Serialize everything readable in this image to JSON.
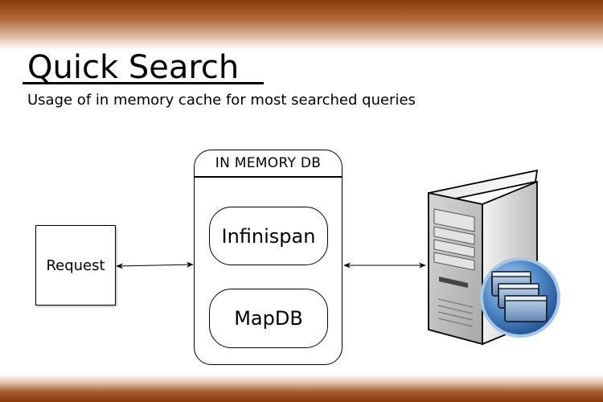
{
  "slide": {
    "title": "Quick Search",
    "subtitle": "Usage of in memory cache for most searched queries"
  },
  "diagram": {
    "request_label": "Request",
    "db_label": "IN MEMORY DB",
    "engines": [
      "Infinispan",
      "MapDB"
    ],
    "server_icon": "server-tower-icon",
    "windows_badge_icon": "stacked-windows-icon"
  },
  "colors": {
    "band_dark": "#8a3a0a",
    "band_light": "#e7cdbb",
    "badge_blue": "#2a5a9a"
  }
}
